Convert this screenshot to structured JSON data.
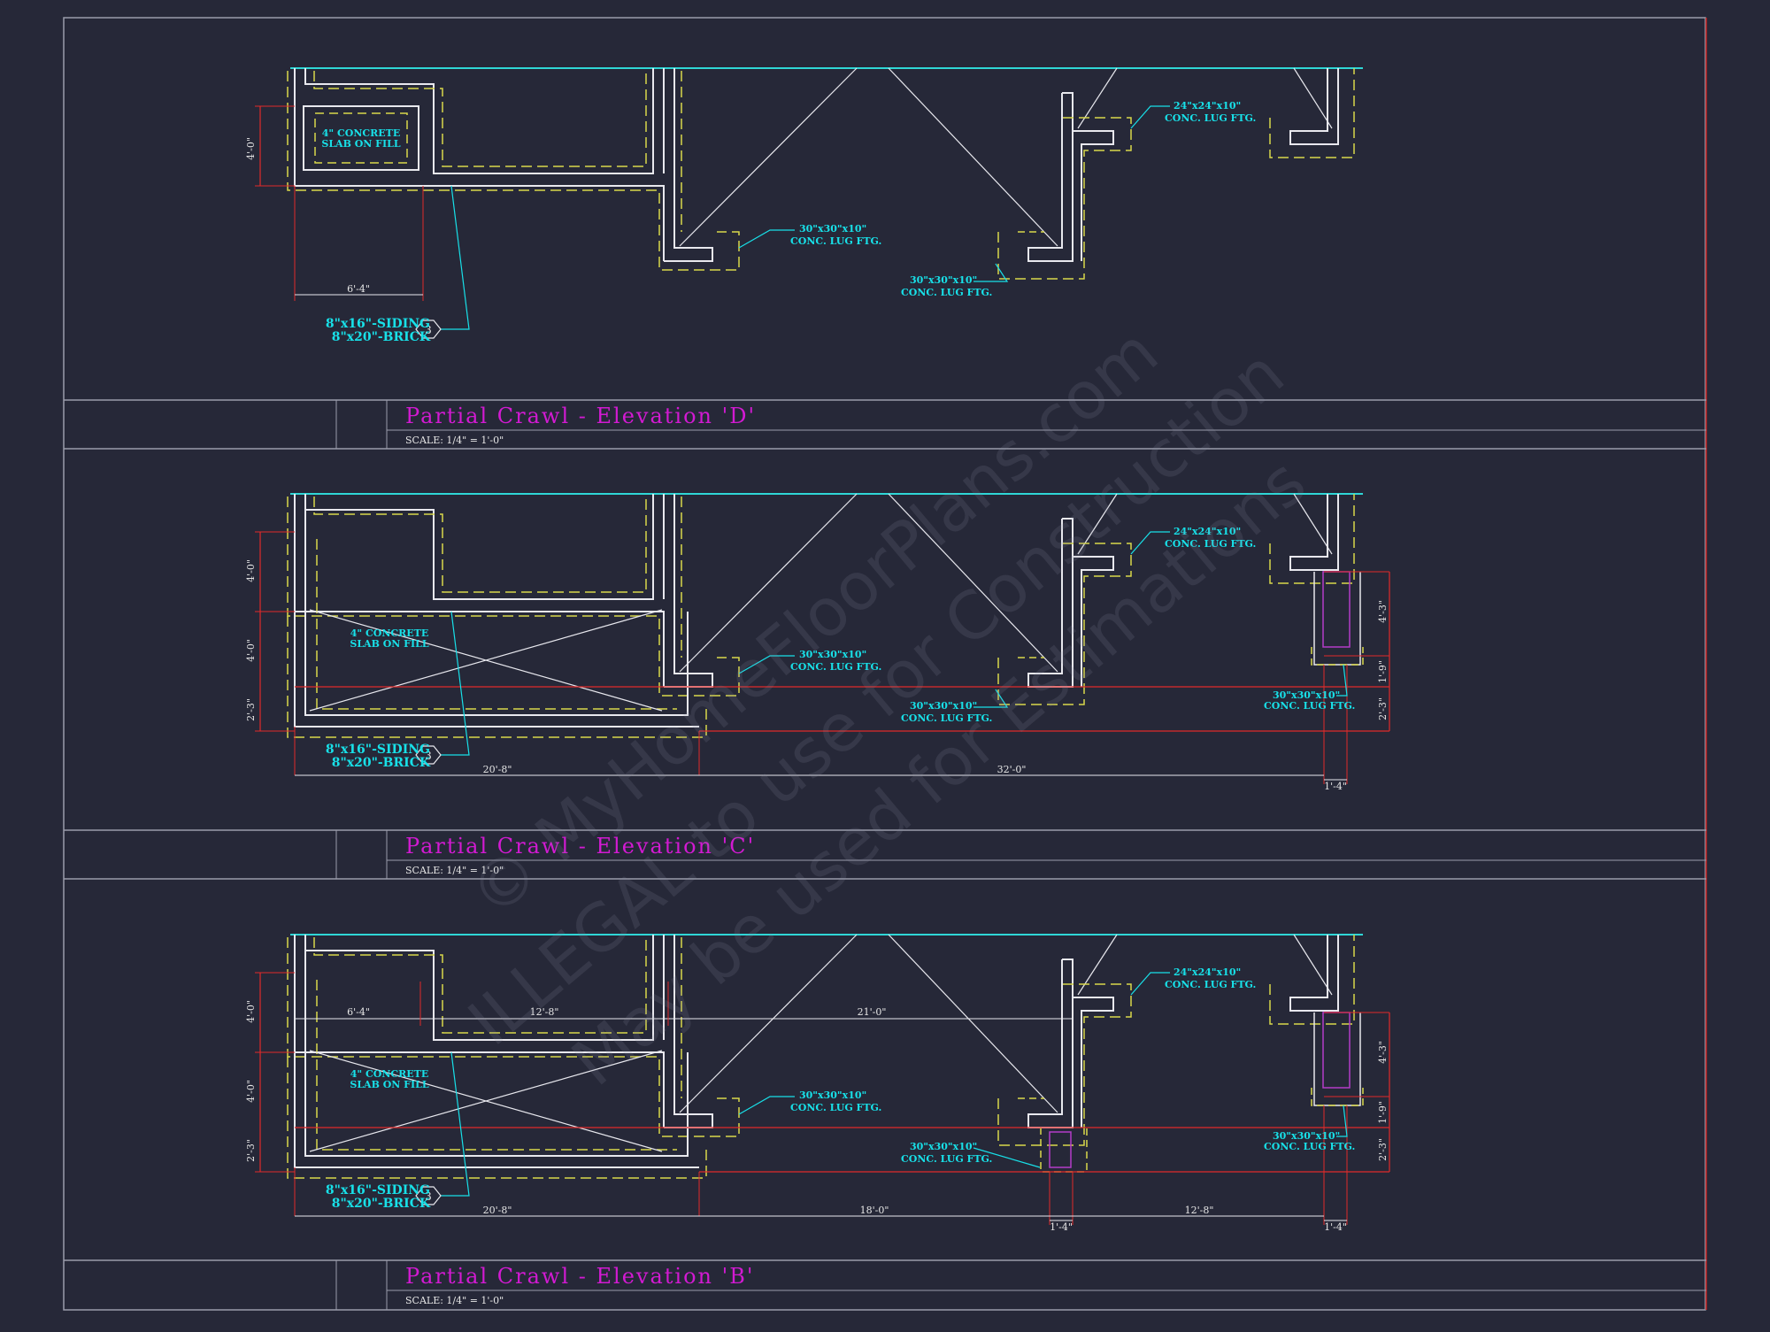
{
  "panels": [
    {
      "title": "Partial Crawl - Elevation 'D'",
      "scale": "SCALE: 1/4\" = 1'-0\"",
      "notes": {
        "slab": [
          "4\" CONCRETE",
          "SLAB ON FILL"
        ],
        "lug_left": [
          "30\"x30\"x10\"",
          "CONC. LUG FTG."
        ],
        "lug_mid": [
          "30\"x30\"x10\"",
          "CONC. LUG FTG."
        ],
        "lug_right": [
          "24\"x24\"x10\"",
          "CONC. LUG FTG."
        ],
        "siding": [
          "8\"x16\"-SIDING",
          "8\"x20\"-BRICK"
        ],
        "tag": "3"
      },
      "dims": {
        "v1": "4'-0\"",
        "h1": "6'-4\""
      }
    },
    {
      "title": "Partial Crawl - Elevation 'C'",
      "scale": "SCALE: 1/4\" = 1'-0\"",
      "notes": {
        "slab": [
          "4\" CONCRETE",
          "SLAB ON FILL"
        ],
        "lug_left": [
          "30\"x30\"x10\"",
          "CONC. LUG FTG."
        ],
        "lug_mid": [
          "30\"x30\"x10\"",
          "CONC. LUG FTG."
        ],
        "lug_right": [
          "24\"x24\"x10\"",
          "CONC. LUG FTG."
        ],
        "lug_far": [
          "30\"x30\"x10\"",
          "CONC. LUG FTG."
        ],
        "siding": [
          "8\"x16\"-SIDING",
          "8\"x20\"-BRICK"
        ],
        "tag": "3"
      },
      "dims": {
        "v1": "4'-0\"",
        "v2": "4'-0\"",
        "v3": "2'-3\"",
        "rv1": "4'-3\"",
        "rv2": "1'-9\"",
        "rv3": "2'-3\"",
        "b1": "20'-8\"",
        "b2": "32'-0\"",
        "b3": "1'-4\""
      }
    },
    {
      "title": "Partial Crawl - Elevation 'B'",
      "scale": "SCALE: 1/4\" = 1'-0\"",
      "notes": {
        "slab": [
          "4\" CONCRETE",
          "SLAB ON FILL"
        ],
        "lug_left": [
          "30\"x30\"x10\"",
          "CONC. LUG FTG."
        ],
        "lug_mid": [
          "30\"x30\"x10\"",
          "CONC. LUG FTG."
        ],
        "lug_right": [
          "24\"x24\"x10\"",
          "CONC. LUG FTG."
        ],
        "lug_far": [
          "30\"x30\"x10\"",
          "CONC. LUG FTG."
        ],
        "siding": [
          "8\"x16\"-SIDING",
          "8\"x20\"-BRICK"
        ],
        "tag": "3"
      },
      "dims": {
        "v1": "4'-0\"",
        "v2": "4'-0\"",
        "v3": "2'-3\"",
        "rv1": "4'-3\"",
        "rv2": "1'-9\"",
        "rv3": "2'-3\"",
        "t1": "6'-4\"",
        "t2": "12'-8\"",
        "t3": "21'-0\"",
        "b1": "20'-8\"",
        "b2": "18'-0\"",
        "b3": "1'-4\"",
        "b4": "12'-8\"",
        "b5": "1'-4\""
      }
    }
  ],
  "watermark": [
    "© MyHomeFloorPlans.com",
    "ILLEGAL to use for Construction",
    "May be used for Estimations"
  ],
  "colors": {
    "background": "#262838",
    "wall": "#e8e8ee",
    "footing": "#d8d84a",
    "grade": "#2fd6d6",
    "dimension": "#e02a2a",
    "note": "#18e0e8",
    "title": "#d21ad2",
    "pier": "#b43cc8"
  }
}
